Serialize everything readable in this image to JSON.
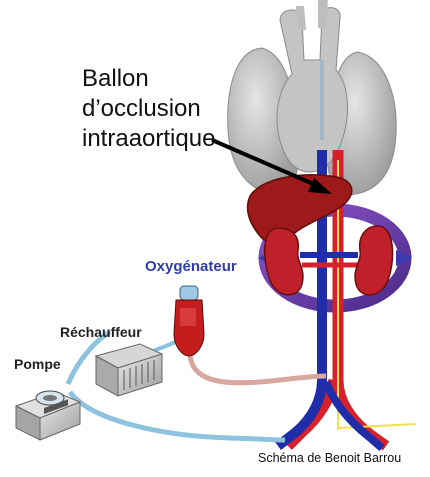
{
  "labels": {
    "balloon": [
      "Ballon",
      "d’occlusion",
      "intraaortique"
    ],
    "oxygenator": "Oxygénateur",
    "heater": "Réchauffeur",
    "pump": "Pompe",
    "credit": "Schéma de Benoit Barrou"
  },
  "colors": {
    "organ_gray": "#b9b9b9",
    "liver": "#9e1a1a",
    "kidney": "#c0202a",
    "artery": "#d8202a",
    "vein": "#1f2ea8",
    "purple_loop": "#7a3fb0",
    "tube_blue": "#8ec3e0",
    "tube_pink": "#d9a7a0",
    "oxygenator_text": "#2f3da8"
  },
  "icons": [
    "heart-lungs-icon",
    "liver-icon",
    "kidney-icon",
    "aorta-icon",
    "vena-cava-icon",
    "oxygenator-device-icon",
    "heater-device-icon",
    "pump-device-icon"
  ]
}
